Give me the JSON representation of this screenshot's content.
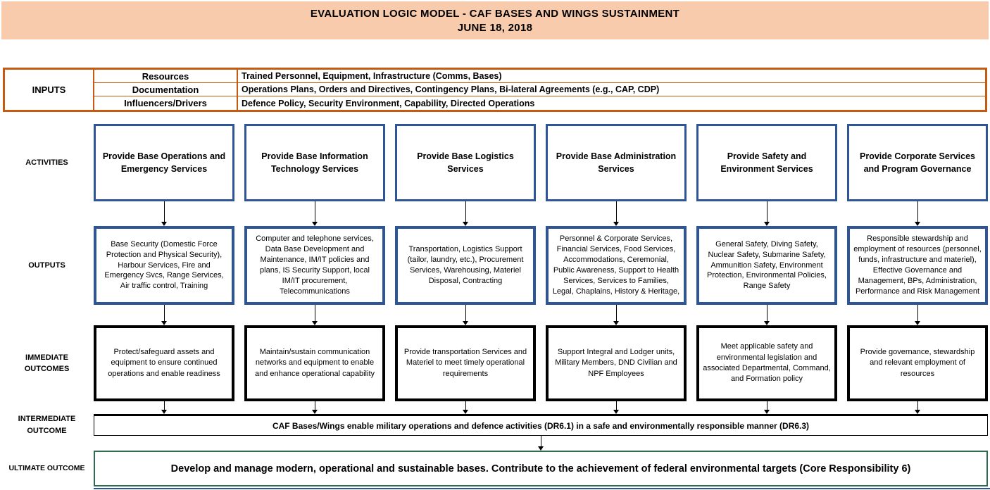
{
  "header": {
    "title": "EVALUATION LOGIC MODEL - CAF BASES AND WINGS SUSTAINMENT",
    "date": "JUNE 18, 2018"
  },
  "inputs": {
    "label": "INPUTS",
    "rows": [
      {
        "category": "Resources",
        "value": "Trained Personnel, Equipment, Infrastructure (Comms, Bases)"
      },
      {
        "category": "Documentation",
        "value": "Operations Plans, Orders and Directives, Contingency Plans, Bi-lateral Agreements (e.g., CAP, CDP)"
      },
      {
        "category": "Influencers/Drivers",
        "value": "Defence Policy, Security Environment, Capability, Directed Operations"
      }
    ]
  },
  "activities": {
    "label": "ACTIVITIES",
    "boxes": [
      "Provide Base Operations and Emergency Services",
      "Provide Base Information Technology Services",
      "Provide Base Logistics Services",
      "Provide Base Administration Services",
      "Provide Safety and Environment Services",
      "Provide Corporate Services and Program Governance"
    ]
  },
  "outputs": {
    "label": "OUTPUTS",
    "boxes": [
      "Base Security (Domestic Force Protection and Physical Security), Harbour Services,  Fire and Emergency Svcs, Range Services, Air traffic control,  Training",
      "Computer and telephone services, Data Base Development and Maintenance,  IM/IT policies and plans, IS Security Support, local IM/IT procurement, Telecommunications",
      "Transportation, Logistics Support (tailor, laundry, etc.), Procurement Services, Warehousing, Materiel Disposal, Contracting",
      "Personnel & Corporate Services, Financial Services, Food Services, Accommodations, Ceremonial, Public Awareness,  Support to Health Services, Services to Families, Legal, Chaplains, History & Heritage,",
      "General Safety, Diving Safety, Nuclear Safety, Submarine Safety, Ammunition Safety, Environment Protection, Environmental Policies, Range Safety",
      "Responsible stewardship and employment of resources (personnel, funds, infrastructure and materiel), Effective Governance and Management, BPs,  Administration, Performance and Risk Management"
    ]
  },
  "immediate_outcomes": {
    "label": "IMMEDIATE OUTCOMES",
    "boxes": [
      "Protect/safeguard assets and equipment to ensure continued operations and enable readiness",
      "Maintain/sustain communication networks and equipment to enable and enhance operational capability",
      "Provide transportation Services and Materiel to meet timely operational requirements",
      "Support Integral and Lodger units, Military Members, DND Civilian and NPF Employees",
      "Meet applicable safety and environmental legislation and associated Departmental, Command, and Formation policy",
      "Provide governance, stewardship and relevant employment of resources"
    ]
  },
  "intermediate_outcome": {
    "label": "INTERMEDIATE OUTCOME",
    "text": "CAF Bases/Wings enable military operations and defence activities (DR6.1) in a safe and environmentally responsible manner (DR6.3)"
  },
  "ultimate_outcome": {
    "label": "ULTIMATE OUTCOME",
    "text": "Develop and manage modern, operational and sustainable bases. Contribute to the achievement of federal environmental targets (Core Responsibility 6)"
  },
  "colors": {
    "banner_background": "#F8CBAD",
    "inputs_border": "#C55A11",
    "activity_output_border": "#2E5597",
    "immediate_border": "#000000",
    "intermediate_border": "#000000",
    "ultimate_border": "#2F6B4F",
    "bottom_line": "#2E5597"
  }
}
